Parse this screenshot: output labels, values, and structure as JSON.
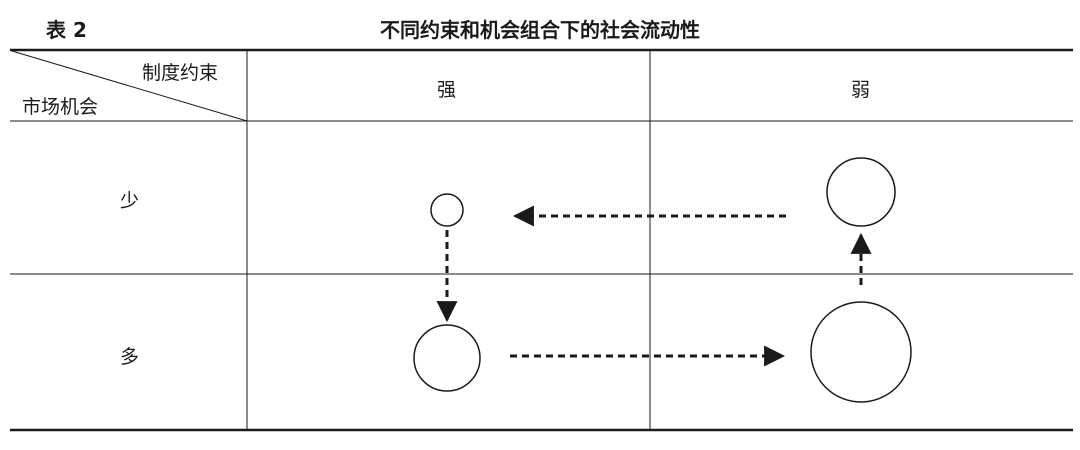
{
  "caption": {
    "number": "表 2",
    "title": "不同约束和机会组合下的社会流动性"
  },
  "table": {
    "corner": {
      "column_axis": "制度约束",
      "row_axis": "市场机会"
    },
    "columns": [
      "强",
      "弱"
    ],
    "rows": [
      "少",
      "多"
    ]
  },
  "diagram": {
    "line_color": "#1a1a1a",
    "nodes": [
      {
        "id": "strong-few",
        "size": "small"
      },
      {
        "id": "weak-few",
        "size": "medium"
      },
      {
        "id": "strong-many",
        "size": "medium"
      },
      {
        "id": "weak-many",
        "size": "large"
      }
    ],
    "arrows": [
      {
        "from": "weak-few",
        "to": "strong-few",
        "style": "dashed"
      },
      {
        "from": "strong-few",
        "to": "strong-many",
        "style": "dashed"
      },
      {
        "from": "strong-many",
        "to": "weak-many",
        "style": "dashed"
      },
      {
        "from": "weak-many",
        "to": "weak-few",
        "style": "dashed"
      }
    ]
  }
}
